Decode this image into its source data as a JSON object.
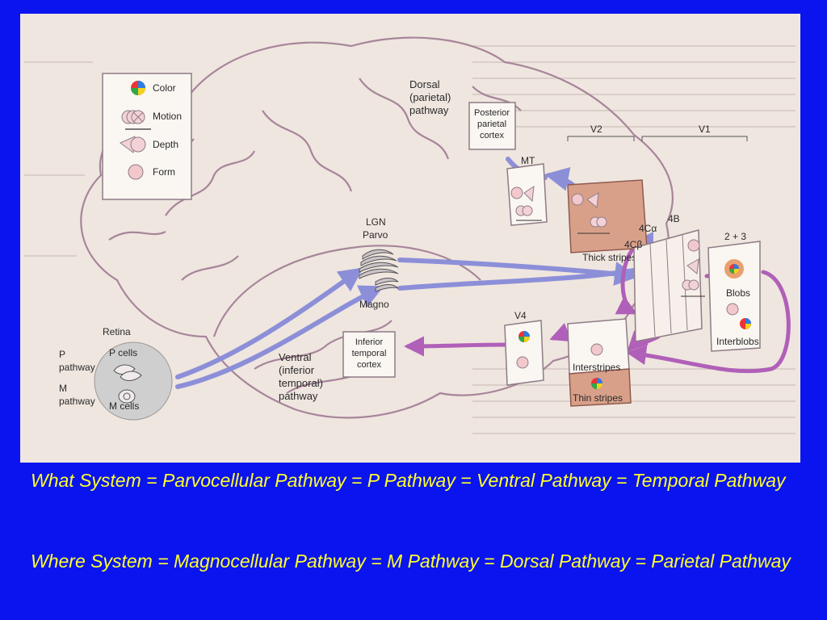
{
  "figure": {
    "legend": {
      "color": "Color",
      "motion": "Motion",
      "depth": "Depth",
      "form": "Form"
    },
    "dorsal_title": [
      "Dorsal",
      "(parietal)",
      "pathway"
    ],
    "posterior_parietal": [
      "Posterior",
      "parietal",
      "cortex"
    ],
    "v2": "V2",
    "v1": "V1",
    "mt": "MT",
    "v4": "V4",
    "lgn": "LGN",
    "parvo": "Parvo",
    "magno": "Magno",
    "layer_4ca": "4Cα",
    "layer_4b": "4B",
    "layer_4cb": "4Cβ",
    "layer_23": "2 + 3",
    "thick_stripes": "Thick stripes",
    "blobs": "Blobs",
    "interblobs": "Interblobs",
    "interstripes": "Interstripes",
    "thin_stripes": "Thin stripes",
    "inferior_temporal": [
      "Inferior",
      "temporal",
      "cortex"
    ],
    "ventral_title": [
      "Ventral",
      "(inferior",
      "temporal)",
      "pathway"
    ],
    "retina": "Retina",
    "p_cells": "P cells",
    "m_cells": "M cells",
    "p_pathway": [
      "P",
      "pathway"
    ],
    "m_pathway": [
      "M",
      "pathway"
    ]
  },
  "captions": {
    "what": "What System = Parvocellular Pathway = P Pathway = Ventral Pathway = Temporal Pathway",
    "where": "Where System = Magnocellular Pathway = M Pathway = Dorsal Pathway = Parietal Pathway"
  },
  "colors": {
    "slide_background": "#0a14ee",
    "caption_text": "#ffff2e",
    "dorsal_arrow": "#8c8fd8",
    "ventral_arrow": "#b060b8",
    "brain_outline": "#a7859a"
  }
}
